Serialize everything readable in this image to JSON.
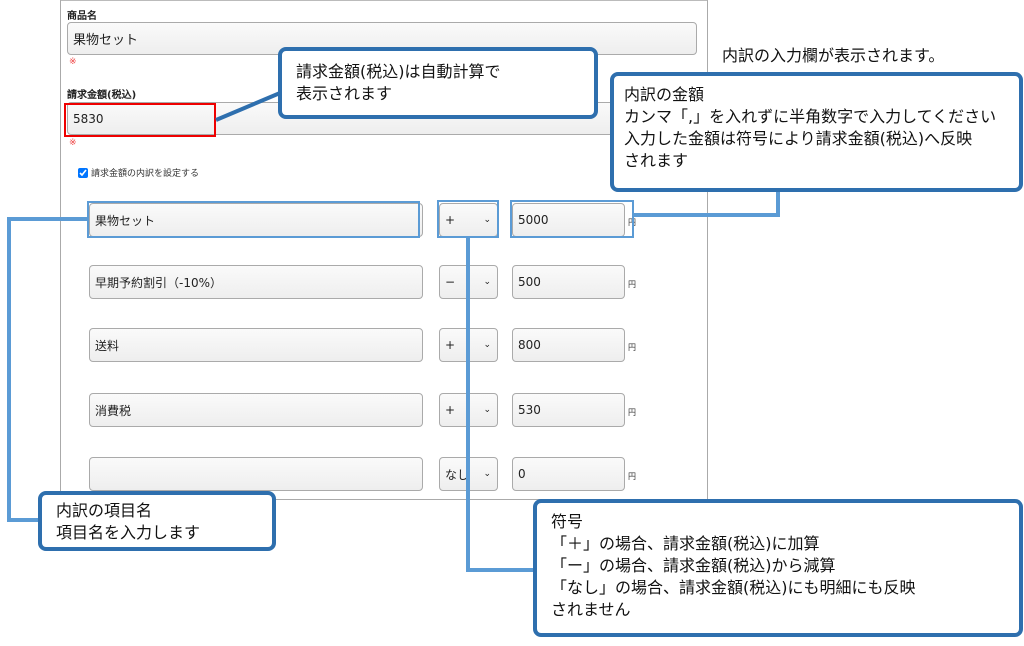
{
  "form": {
    "product_label": "商品名",
    "product_value": "果物セット",
    "required_mark": "※",
    "amount_label": "請求金額(税込)",
    "amount_value": "5830",
    "breakdown_checkbox_label": "請求金額の内訳を設定する",
    "breakdown_checked": true,
    "currency": "円",
    "rows": [
      {
        "name": "果物セット",
        "sign": "+",
        "amount": "5000"
      },
      {
        "name": "早期予約割引（-10%）",
        "sign": "−",
        "amount": "500"
      },
      {
        "name": "送料",
        "sign": "+",
        "amount": "800"
      },
      {
        "name": "消費税",
        "sign": "+",
        "amount": "530"
      },
      {
        "name": "",
        "sign": "なし",
        "amount": "0"
      }
    ]
  },
  "notes": {
    "top_right": "内訳の入力欄が表示されます。",
    "auto_calc": "請求金額(税込)は自動計算で\n表示されます",
    "amount": "内訳の金額\nカンマ「,」を入れずに半角数字で入力してください\n入力した金額は符号により請求金額(税込)へ反映\nされます",
    "item_name": "内訳の項目名\n項目名を入力します",
    "sign": "符号\n「＋」の場合、請求金額(税込)に加算\n「ー」の場合、請求金額(税込)から減算\n「なし」の場合、請求金額(税込)にも明細にも反映\nされません"
  }
}
